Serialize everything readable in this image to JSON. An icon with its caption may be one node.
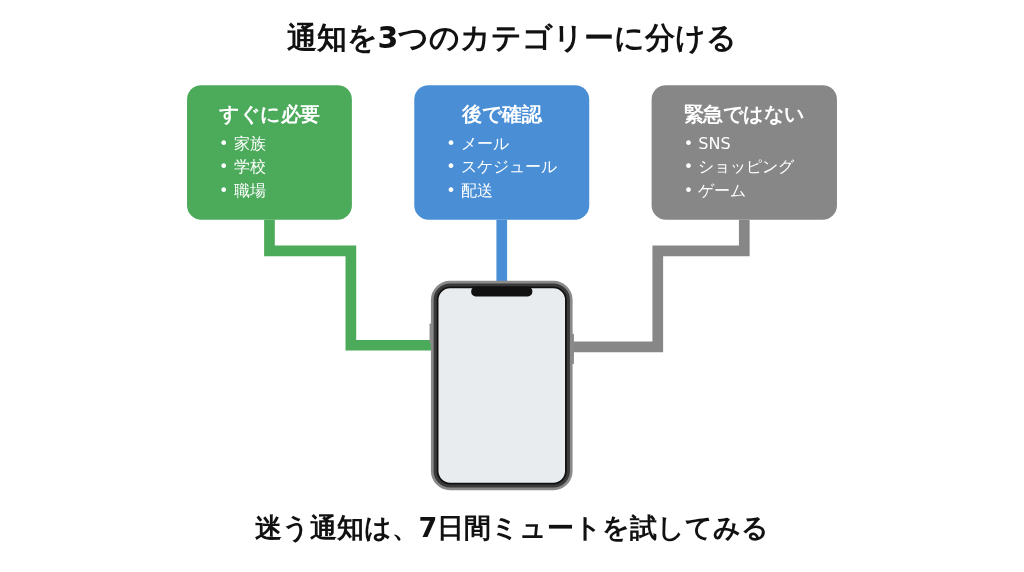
{
  "diagram": {
    "title": "通知を3つのカテゴリーに分ける",
    "nodes": [
      {
        "text": [
          "すぐに必要",
          "• 家族",
          "• 学校",
          "• 職場"
        ]
      },
      {
        "text": [
          "後で確認",
          "• メール",
          "• スケジュール",
          "• 配送"
        ]
      },
      {
        "text": [
          "緊急ではない",
          "• SNS",
          "• ショッピング",
          "• ゲーム"
        ]
      },
      {
        "text": [],
        "shape": "picture"
      }
    ],
    "edges": [
      {
        "from": 0,
        "to": 3,
        "arrow": "none",
        "color": "#4caa5b"
      },
      {
        "from": 1,
        "to": 3,
        "arrow": "none",
        "color": "#4a8fd6"
      },
      {
        "from": 2,
        "to": 3,
        "arrow": "none",
        "color": "#878787"
      }
    ],
    "caption": "迷う通知は、7日間ミュートを試してみる"
  }
}
